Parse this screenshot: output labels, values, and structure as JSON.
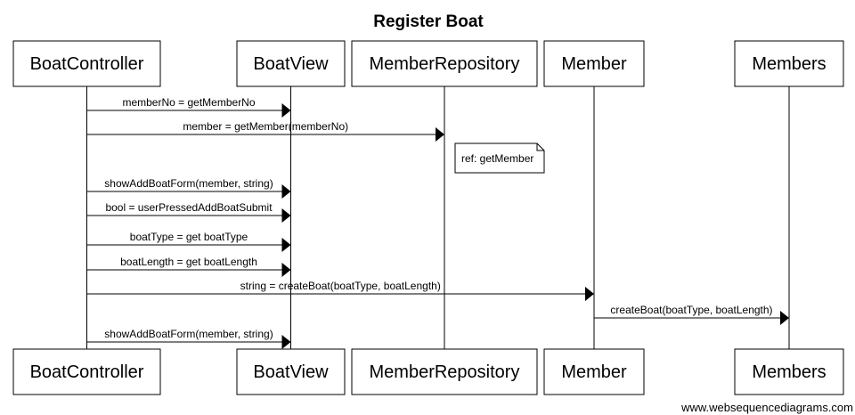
{
  "title": "Register Boat",
  "participants": [
    {
      "id": "boatcontroller",
      "label": "BoatController"
    },
    {
      "id": "boatview",
      "label": "BoatView"
    },
    {
      "id": "memberrepository",
      "label": "MemberRepository"
    },
    {
      "id": "member",
      "label": "Member"
    },
    {
      "id": "members",
      "label": "Members"
    }
  ],
  "messages": [
    {
      "from": "boatcontroller",
      "to": "boatview",
      "label": "memberNo = getMemberNo"
    },
    {
      "from": "boatcontroller",
      "to": "memberrepository",
      "label": "member = getMember(memberNo)"
    },
    {
      "from": "boatcontroller",
      "to": "boatview",
      "label": "showAddBoatForm(member, string)"
    },
    {
      "from": "boatcontroller",
      "to": "boatview",
      "label": "bool = userPressedAddBoatSubmit"
    },
    {
      "from": "boatcontroller",
      "to": "boatview",
      "label": "boatType = get boatType"
    },
    {
      "from": "boatcontroller",
      "to": "boatview",
      "label": "boatLength = get boatLength"
    },
    {
      "from": "boatcontroller",
      "to": "member",
      "label": "string = createBoat(boatType, boatLength)"
    },
    {
      "from": "member",
      "to": "members",
      "label": "createBoat(boatType, boatLength)"
    },
    {
      "from": "boatcontroller",
      "to": "boatview",
      "label": "showAddBoatForm(member, string)"
    }
  ],
  "note": {
    "over": "memberrepository",
    "label": "ref: getMember"
  },
  "watermark": "www.websequencediagrams.com"
}
